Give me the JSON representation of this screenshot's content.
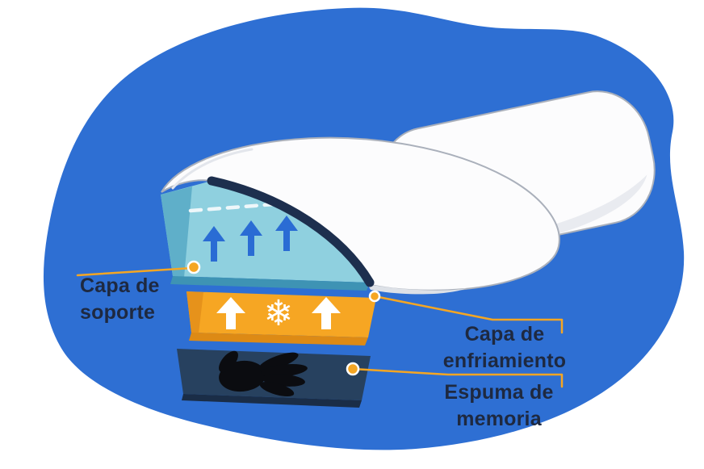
{
  "labels": {
    "support": {
      "line1": "Capa de",
      "line2": "soporte"
    },
    "cooling": {
      "line1": "Capa de",
      "line2": "enfriamiento"
    },
    "memory": {
      "line1": "Espuma de",
      "line2": "memoria"
    }
  },
  "icons": {
    "snowflake_glyph": "❄",
    "airflow_arrow": "up-arrow",
    "memory_hand": "hand-silhouette"
  },
  "colors": {
    "background_blob": "#2e6fd3",
    "accent": "#f5a623",
    "label_text": "#1e2940",
    "support_layer": "#8fd0df",
    "support_layer_dark": "#5fafc9",
    "support_layer_edge": "#3e93b4",
    "cooling_layer": "#f6a623",
    "cooling_layer_edge": "#dd8a15",
    "memory_layer": "#27415f",
    "memory_layer_edge": "#1a2d47",
    "pillow_white": "#fcfcfd",
    "pillow_outline": "#aab0bb",
    "piping_navy": "#1d2f4e",
    "arrow_blue": "#2a6cd4"
  }
}
